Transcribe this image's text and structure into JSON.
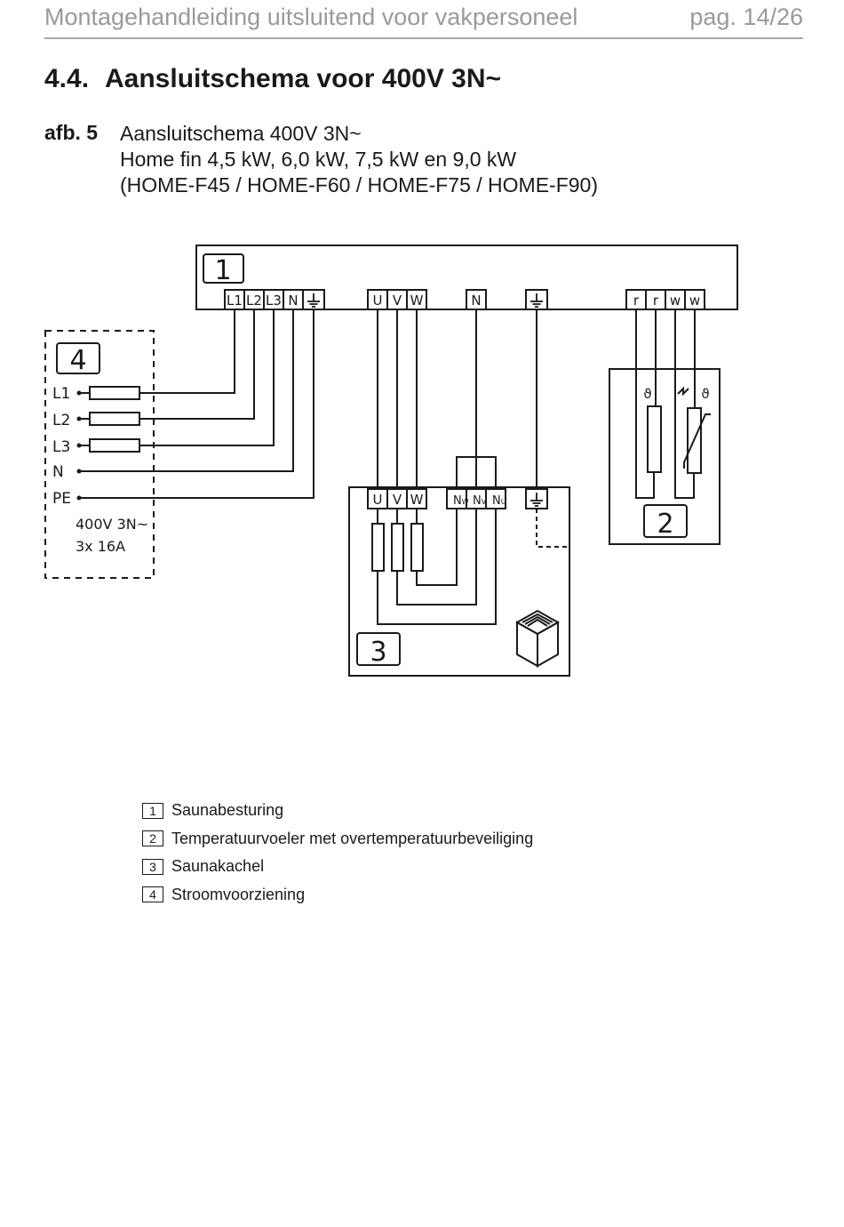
{
  "header": {
    "title": "Montagehandleiding uitsluitend voor vakpersoneel",
    "page": "pag. 14/26"
  },
  "section": {
    "number": "4.4.",
    "title": "Aansluitschema voor 400V 3N~"
  },
  "figure": {
    "label": "afb. 5",
    "caption_lines": [
      "Aansluitschema 400V 3N~",
      "Home fin 4,5 kW, 6,0 kW, 7,5 kW en 9,0 kW",
      "(HOME-F45 / HOME-F60 / HOME-F75 / HOME-F90)"
    ]
  },
  "diagram": {
    "controller": {
      "number": "1",
      "mains_terminals": [
        "L1",
        "L2",
        "L3",
        "N",
        "⏚"
      ],
      "heater_terminals": [
        "U",
        "V",
        "W"
      ],
      "neutral_terminal": "N",
      "earth_terminal": "⏚",
      "sensor_terminals": [
        "r",
        "r",
        "w",
        "w"
      ]
    },
    "sensor": {
      "number": "2",
      "symbols": [
        "ϑ",
        "ϑ"
      ]
    },
    "heater": {
      "number": "3",
      "terminals": [
        "U",
        "V",
        "W"
      ],
      "neutral_terminals": [
        {
          "main": "N",
          "sub": "W"
        },
        {
          "main": "N",
          "sub": "V"
        },
        {
          "main": "N",
          "sub": "U"
        }
      ],
      "earth_terminal": "⏚"
    },
    "supply": {
      "number": "4",
      "lines": [
        "L1",
        "L2",
        "L3",
        "N",
        "PE"
      ],
      "rating_lines": [
        "400V 3N~",
        "3x 16A"
      ]
    }
  },
  "legend": [
    {
      "num": "1",
      "text": "Saunabesturing"
    },
    {
      "num": "2",
      "text": "Temperatuurvoeler met overtemperatuurbeveiliging"
    },
    {
      "num": "3",
      "text": "Saunakachel"
    },
    {
      "num": "4",
      "text": "Stroomvoorziening"
    }
  ]
}
